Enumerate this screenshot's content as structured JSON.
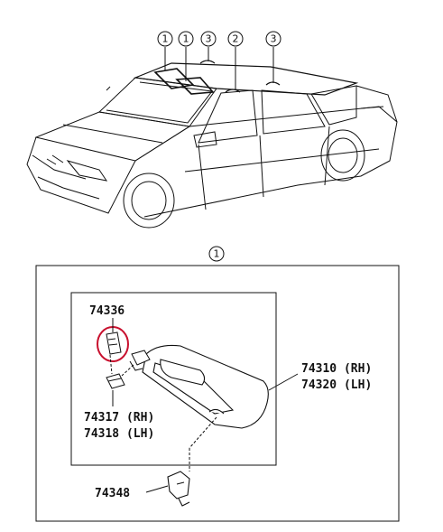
{
  "car_callouts": [
    "1",
    "1",
    "3",
    "2",
    "3"
  ],
  "detail_callout": "1",
  "part_numbers": {
    "clip_top": "74336",
    "holder_rh": "74317 (RH)",
    "holder_lh": "74318 (LH)",
    "visor_rh": "74310 (RH)",
    "visor_lh": "74320 (LH)",
    "bracket": "74348"
  },
  "colors": {
    "line": "#111111",
    "highlight": "#c8102e"
  }
}
